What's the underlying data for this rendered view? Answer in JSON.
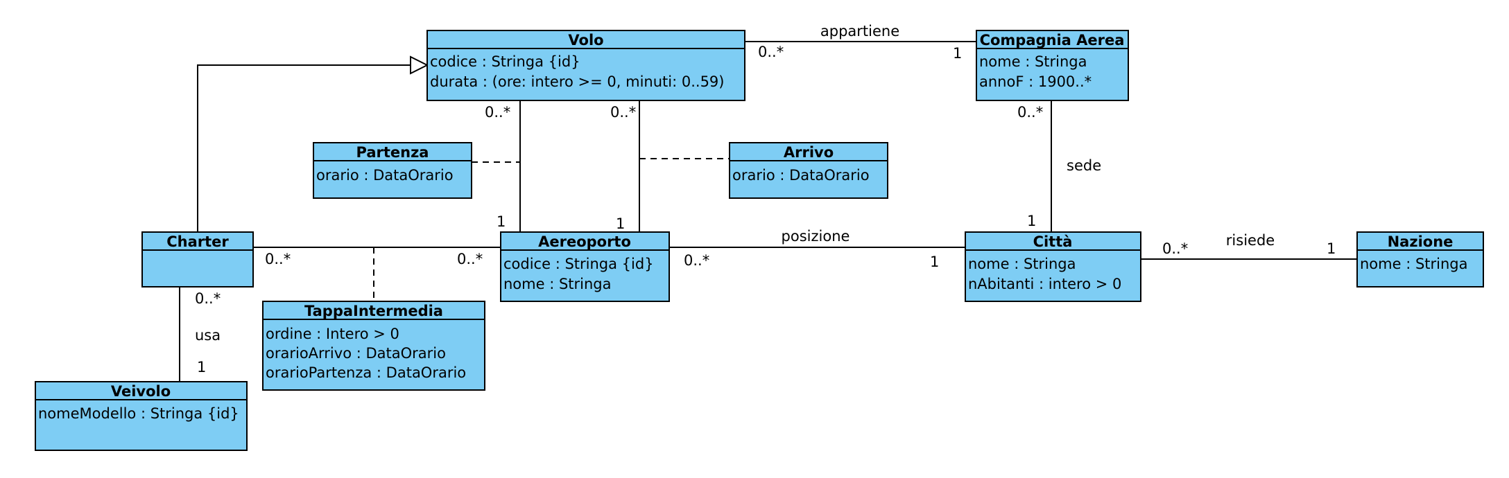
{
  "classes": {
    "volo": {
      "name": "Volo",
      "attributes": [
        "codice : Stringa {id}",
        "durata : (ore: intero >= 0, minuti: 0..59)"
      ]
    },
    "compagnia": {
      "name": "Compagnia Aerea",
      "attributes": [
        "nome : Stringa",
        "annoF : 1900..*"
      ]
    },
    "partenza": {
      "name": "Partenza",
      "attributes": [
        "orario : DataOrario"
      ]
    },
    "arrivo": {
      "name": "Arrivo",
      "attributes": [
        "orario : DataOrario"
      ]
    },
    "charter": {
      "name": "Charter",
      "attributes": []
    },
    "aereoporto": {
      "name": "Aereoporto",
      "attributes": [
        "codice : Stringa {id}",
        "nome : Stringa"
      ]
    },
    "citta": {
      "name": "Città",
      "attributes": [
        "nome : Stringa",
        "nAbitanti : intero > 0"
      ]
    },
    "nazione": {
      "name": "Nazione",
      "attributes": [
        "nome : Stringa"
      ]
    },
    "tappa": {
      "name": "TappaIntermedia",
      "attributes": [
        "ordine : Intero > 0",
        "orarioArrivo : DataOrario",
        "orarioPartenza : DataOrario"
      ]
    },
    "veivolo": {
      "name": "Veivolo",
      "attributes": [
        "nomeModello : Stringa {id}"
      ]
    }
  },
  "associations": {
    "appartiene": {
      "label": "appartiene",
      "mult_volo": "0..*",
      "mult_compagnia": "1"
    },
    "sede": {
      "label": "sede",
      "mult_compagnia": "0..*",
      "mult_citta": "1"
    },
    "partenza": {
      "mult_volo": "0..*",
      "mult_aereoporto": "1"
    },
    "arrivo": {
      "mult_volo": "0..*",
      "mult_aereoporto": "1"
    },
    "posizione": {
      "label": "posizione",
      "mult_aereoporto": "0..*",
      "mult_citta": "1"
    },
    "risiede": {
      "label": "risiede",
      "mult_citta": "0..*",
      "mult_nazione": "1"
    },
    "tappa": {
      "mult_charter": "0..*",
      "mult_aereoporto": "0..*"
    },
    "usa": {
      "label": "usa",
      "mult_charter": "0..*",
      "mult_veivolo": "1"
    }
  },
  "colors": {
    "class_fill": "#7ecdf4",
    "line": "#000000"
  }
}
